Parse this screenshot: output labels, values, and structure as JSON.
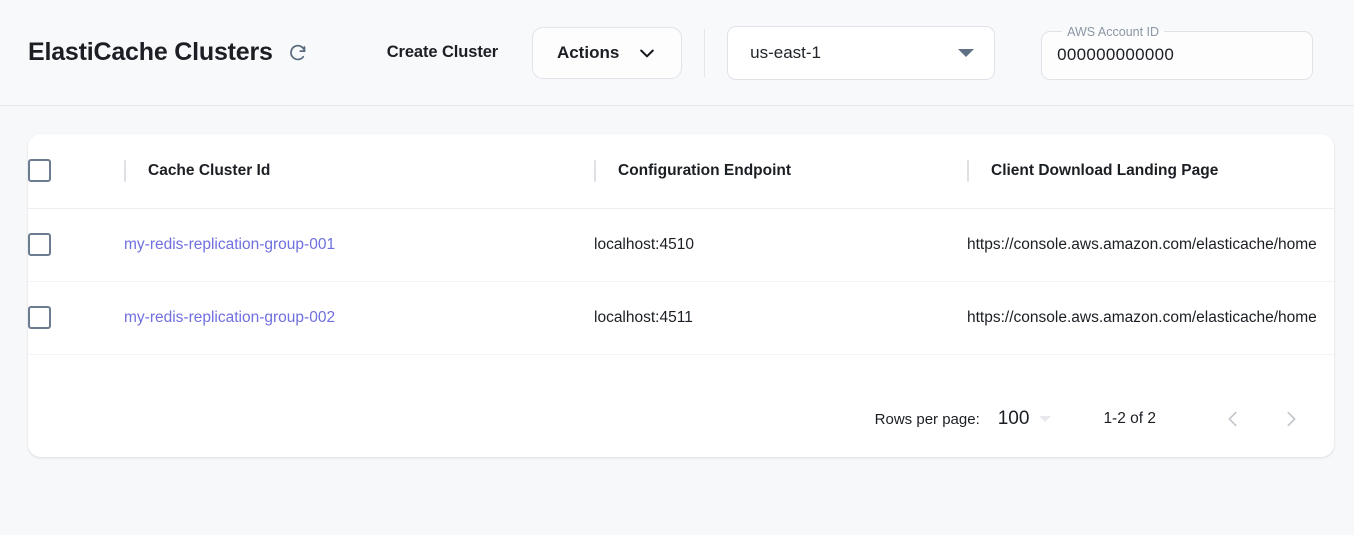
{
  "header": {
    "title": "ElastiCache Clusters",
    "refresh_icon": "refresh-icon",
    "create_label": "Create Cluster",
    "actions_label": "Actions",
    "actions_icon": "chevron-down-icon",
    "region_value": "us-east-1",
    "region_caret_icon": "caret-down-icon",
    "account_label": "AWS Account ID",
    "account_value": "000000000000",
    "account_placeholder": "AWS Account ID"
  },
  "table": {
    "columns": [
      {
        "key": "select",
        "label": ""
      },
      {
        "key": "cluster_id",
        "label": "Cache Cluster Id"
      },
      {
        "key": "endpoint",
        "label": "Configuration Endpoint"
      },
      {
        "key": "landing_page",
        "label": "Client Download Landing Page"
      }
    ],
    "rows": [
      {
        "cluster_id": "my-redis-replication-group-001",
        "endpoint": "localhost:4510",
        "landing_page": "https://console.aws.amazon.com/elasticache/home"
      },
      {
        "cluster_id": "my-redis-replication-group-002",
        "endpoint": "localhost:4511",
        "landing_page": "https://console.aws.amazon.com/elasticache/home"
      }
    ]
  },
  "pagination": {
    "rows_per_page_label": "Rows per page:",
    "rows_per_page_value": "100",
    "range_text": "1-2 of 2",
    "prev_icon": "chevron-left-icon",
    "next_icon": "chevron-right-icon"
  },
  "colors": {
    "link": "#6f6fe0",
    "page_bg": "#f7f8fa",
    "card_bg": "#ffffff",
    "text": "#1b1f24",
    "muted": "#8b96a5"
  }
}
